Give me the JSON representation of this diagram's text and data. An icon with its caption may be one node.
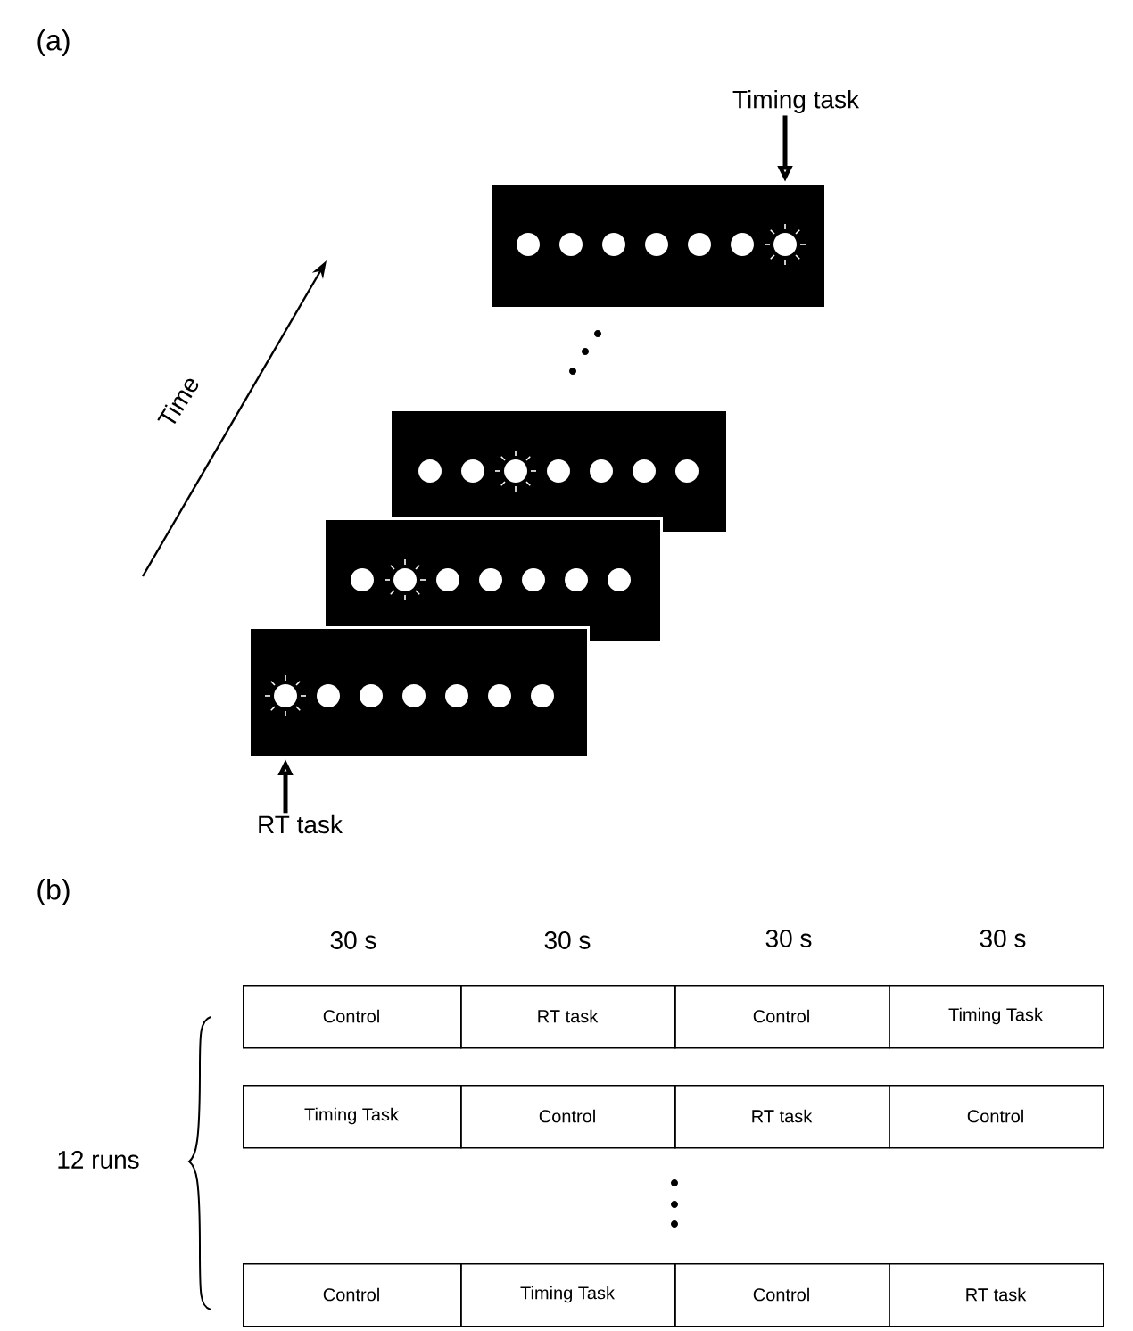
{
  "diagram": {
    "nodes": [
      {
        "text": [
          "Timing task"
        ]
      },
      {
        "text": [],
        "shape": "box"
      },
      {
        "text": [],
        "shape": "box"
      },
      {
        "text": [],
        "shape": "box"
      },
      {
        "text": [],
        "shape": "box"
      },
      {
        "text": [
          "RT task"
        ]
      },
      {
        "text": [
          "Control"
        ]
      },
      {
        "text": [
          "RT task"
        ]
      },
      {
        "text": [
          "Control"
        ]
      },
      {
        "text": [
          "Timing Task"
        ]
      },
      {
        "text": [
          "Timing Task"
        ]
      },
      {
        "text": [
          "Control"
        ]
      },
      {
        "text": [
          "RT task"
        ]
      },
      {
        "text": [
          "Control"
        ]
      },
      {
        "text": [
          "Control"
        ]
      },
      {
        "text": [
          "Timing Task"
        ]
      },
      {
        "text": [
          "Control"
        ]
      },
      {
        "text": [
          "RT task"
        ]
      }
    ],
    "edges": [
      {
        "from": 0,
        "to": 1,
        "arrow": "to"
      },
      {
        "from": 5,
        "to": 4,
        "arrow": "to"
      }
    ],
    "labels": [
      "(a)",
      "Time",
      "(b)",
      "30 s",
      "30 s",
      "30 s",
      "30 s",
      "12 runs"
    ]
  }
}
